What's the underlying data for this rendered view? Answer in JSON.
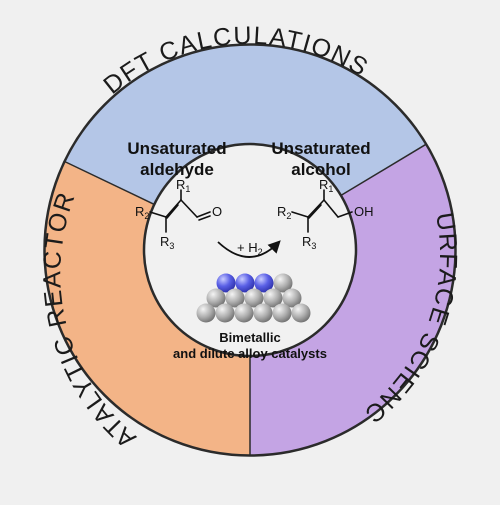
{
  "ring": {
    "top_label": "DFT CALCULATIONS",
    "left_label": "CATALYTIC REACTORS",
    "right_label": "SURFACE SCIENCE",
    "colors": {
      "top": "#b4c6e7",
      "left": "#f3b487",
      "right": "#c4a4e4",
      "outline": "#2b2b2b",
      "center": "#f1f1f1"
    }
  },
  "reactant": {
    "title_line1": "Unsaturated",
    "title_line2": "aldehyde",
    "r1": "R",
    "r1_sub": "1",
    "r2": "R",
    "r2_sub": "2",
    "r3": "R",
    "r3_sub": "3",
    "oxygen": "O"
  },
  "product": {
    "title_line1": "Unsaturated",
    "title_line2": "alcohol",
    "r1": "R",
    "r1_sub": "1",
    "r2": "R",
    "r2_sub": "2",
    "r3": "R",
    "r3_sub": "3",
    "hydroxyl": "OH"
  },
  "reaction": {
    "reagent": "+ H",
    "reagent_sub": "2"
  },
  "catalyst": {
    "label_line1": "Bimetallic",
    "label_line2": "and dilute alloy catalysts",
    "host_atom_color": "#a9a9a9",
    "dopant_atom_color": "#4a4fd8"
  }
}
